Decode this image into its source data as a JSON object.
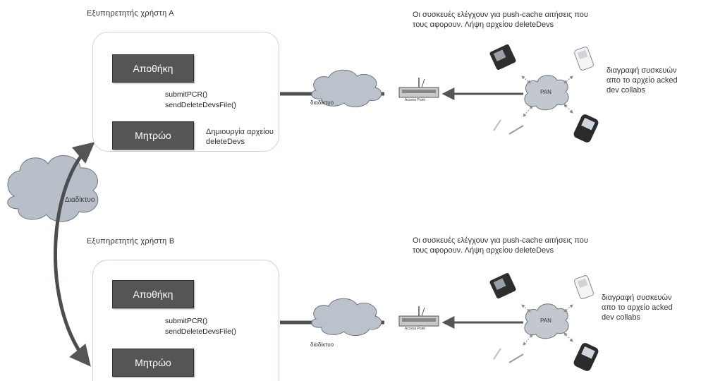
{
  "server_a": {
    "title": "Εξυπηρετητής χρήστη  Α",
    "storage_label": "Αποθήκη",
    "registry_label": "Μητρώο",
    "calls_line1": "submitPCR()",
    "calls_line2": "sendDeleteDevsFile()",
    "create_line1": "Δημιουργία αρχείου",
    "create_line2": "deleteDevs"
  },
  "server_b": {
    "title": "Εξυπηρετητής χρήστη  Β",
    "storage_label": "Αποθήκη",
    "registry_label": "Μητρώο",
    "calls_line1": "submitPCR()",
    "calls_line2": "sendDeleteDevsFile()"
  },
  "devices_top": {
    "caption_line1": "Οι συσκευές ελέγχουν για push-cache αιτήσεις που",
    "caption_line2": "τους αφορουν. Λήψη αρχείου deleteDevs",
    "side_line1": "διαγραφή συσκευών",
    "side_line2": "απο το αρχείο acked",
    "side_line3": "dev collabs",
    "pan_label": "PAN",
    "ap_label": "Access Point",
    "internet_label": "διαδίκτυο"
  },
  "devices_bottom": {
    "caption_line1": "Οι συσκευές ελέγχουν για push-cache αιτήσεις που",
    "caption_line2": "τους αφορουν. Λήψη αρχείου  deleteDevs",
    "side_line1": "διαγραφή συσκευών",
    "side_line2": "απο το αρχείο acked",
    "side_line3": "dev collabs",
    "pan_label": "PAN",
    "ap_label": "Access Point",
    "internet_label": "διαδίκτυο"
  },
  "left_cloud_label": "Διαδίκτυο"
}
